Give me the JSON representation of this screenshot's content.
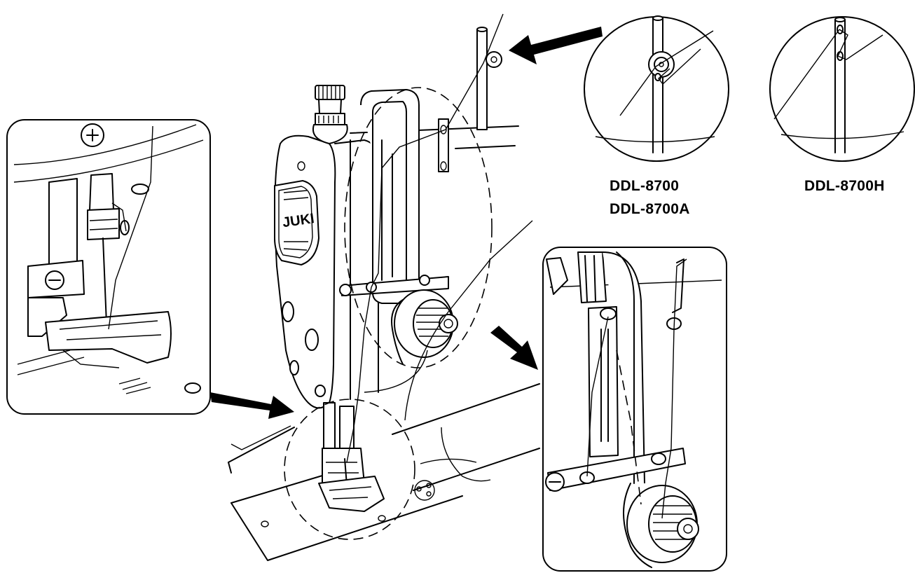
{
  "brand_text": "JUKI",
  "labels": {
    "model_a_1": "DDL-8700",
    "model_a_2": "DDL-8700A",
    "model_b": "DDL-8700H"
  }
}
